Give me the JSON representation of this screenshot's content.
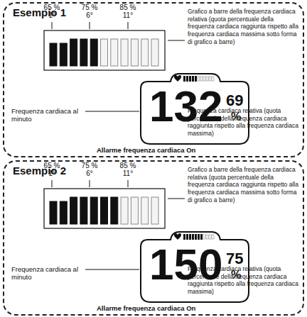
{
  "diagram": {
    "nodes": [
      {
        "text": [
          "Esempio 1",
          "65 %",
          "1°",
          "75 %",
          "6°",
          "85 %",
          "11°",
          "Grafico a barre della frequenza cardiaca relativa (quota percentuale della frequenza cardiaca raggiunta rispetto alla frequenza cardiaca massima sotto forma di grafico a barre)",
          "Frequenza cardiaca al minuto",
          "Frequenza cardiaca relativa (quota percentuale della frequenza cardiaca raggiunta rispetto alla frequenza cardiaca massima)",
          "Allarme frequenza cardiaca On"
        ]
      },
      {
        "text": [
          "132",
          "69",
          "%"
        ],
        "in": 0
      },
      {
        "text": [
          "Esempio 2",
          "65 %",
          "1°",
          "75 %",
          "6°",
          "85 %",
          "11°",
          "Grafico a barre della frequenza cardiaca relativa (quota percentuale della frequenza cardiaca raggiunta rispetto alla frequenza cardiaca massima sotto forma di grafico a barre)",
          "Frequenza cardiaca al minuto",
          "Frequenza cardiaca relativa (quota percentuale della frequenza cardiaca raggiunta rispetto alla frequenza cardiaca massima)",
          "Allarme frequenza cardiaca On"
        ]
      },
      {
        "text": [
          "150",
          "75",
          "%"
        ],
        "in": 2
      }
    ]
  }
}
